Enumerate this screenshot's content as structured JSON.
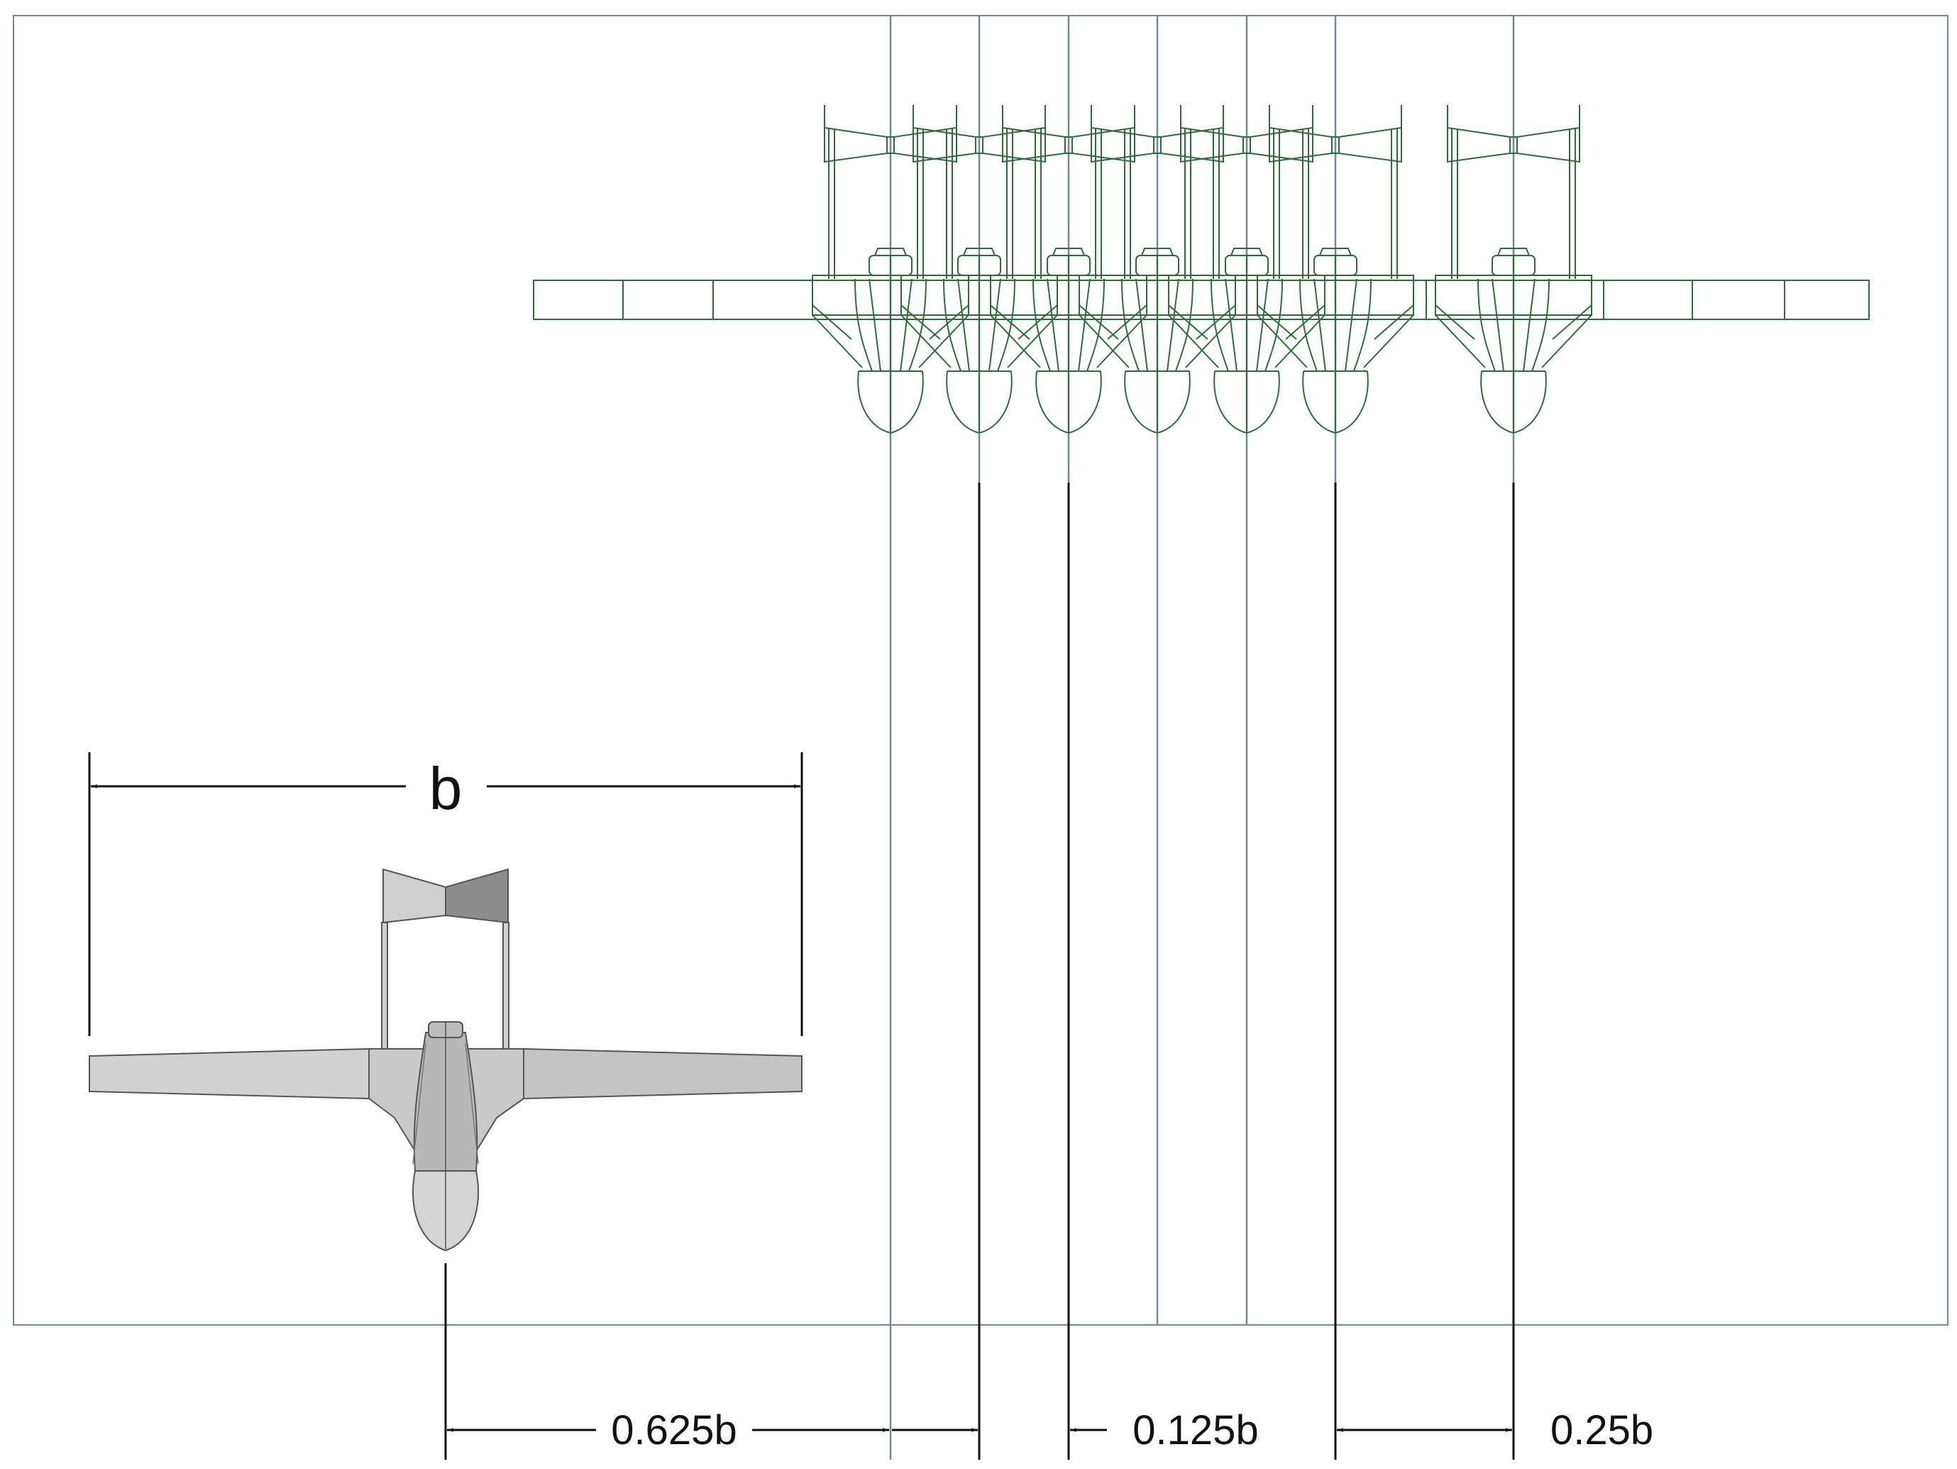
{
  "labels": {
    "span": "b",
    "offset_first": "0.625b",
    "spacing_small": "0.125b",
    "spacing_large": "0.25b"
  },
  "colors": {
    "frame": "#6f8a96",
    "guide": "#6f8a96",
    "wireframe": "#2f6b3a",
    "dimension": "#111111",
    "solid_light": "#d2d2d2",
    "solid_mid": "#b8b8b8",
    "solid_dark": "#8c8c8c"
  },
  "icons": {
    "reference_aircraft": "aircraft-top-view-shaded",
    "wireframe_copies": "aircraft-front-view-wireframe"
  }
}
